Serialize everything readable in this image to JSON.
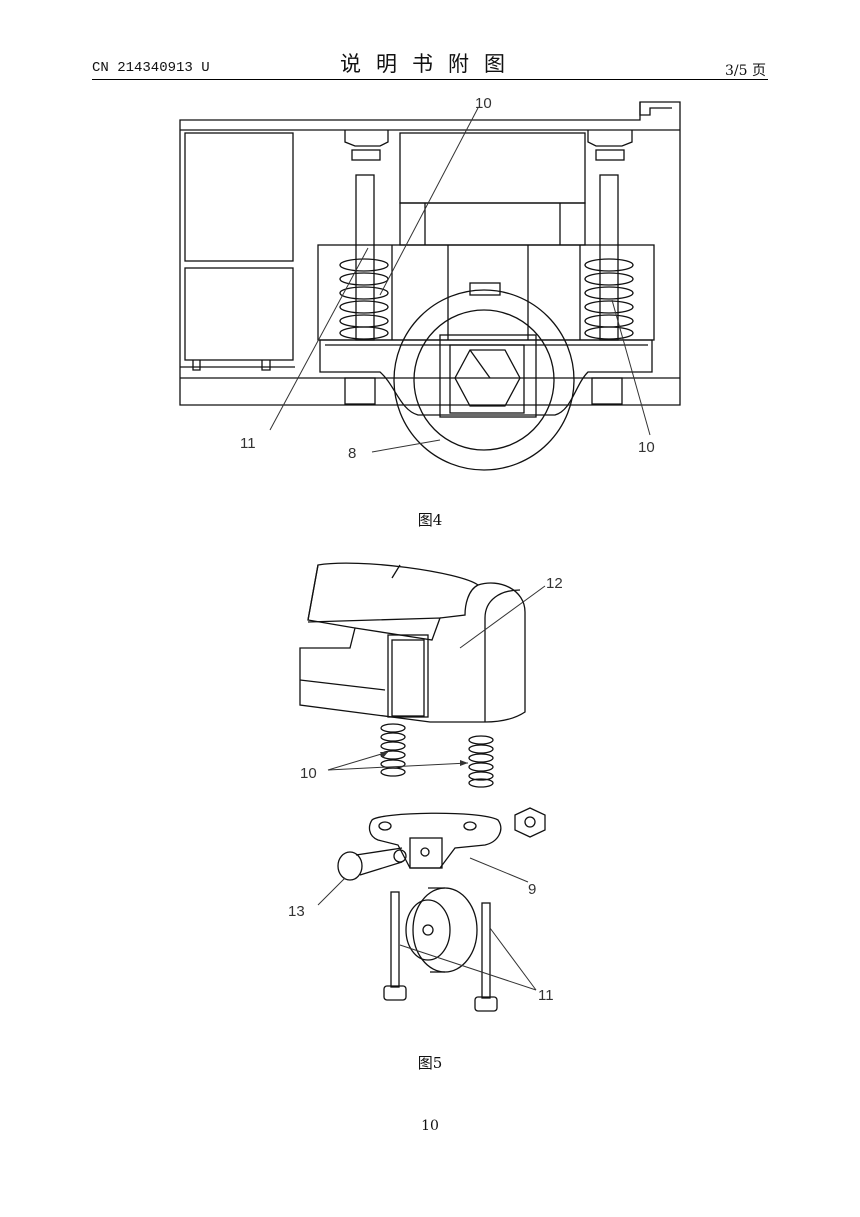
{
  "header": {
    "doc_id": "CN 214340913 U",
    "title": "说明书附图",
    "page_of": "3/5 页"
  },
  "figure4": {
    "caption": "图4",
    "labels": {
      "spring_top": "10",
      "spring_right": "10",
      "rod": "11",
      "wheel": "8"
    }
  },
  "figure5": {
    "caption": "图5",
    "labels": {
      "cover": "12",
      "springs": "10",
      "bracket": "9",
      "axle": "13",
      "rods": "11"
    }
  },
  "footer": {
    "page_number": "10"
  }
}
